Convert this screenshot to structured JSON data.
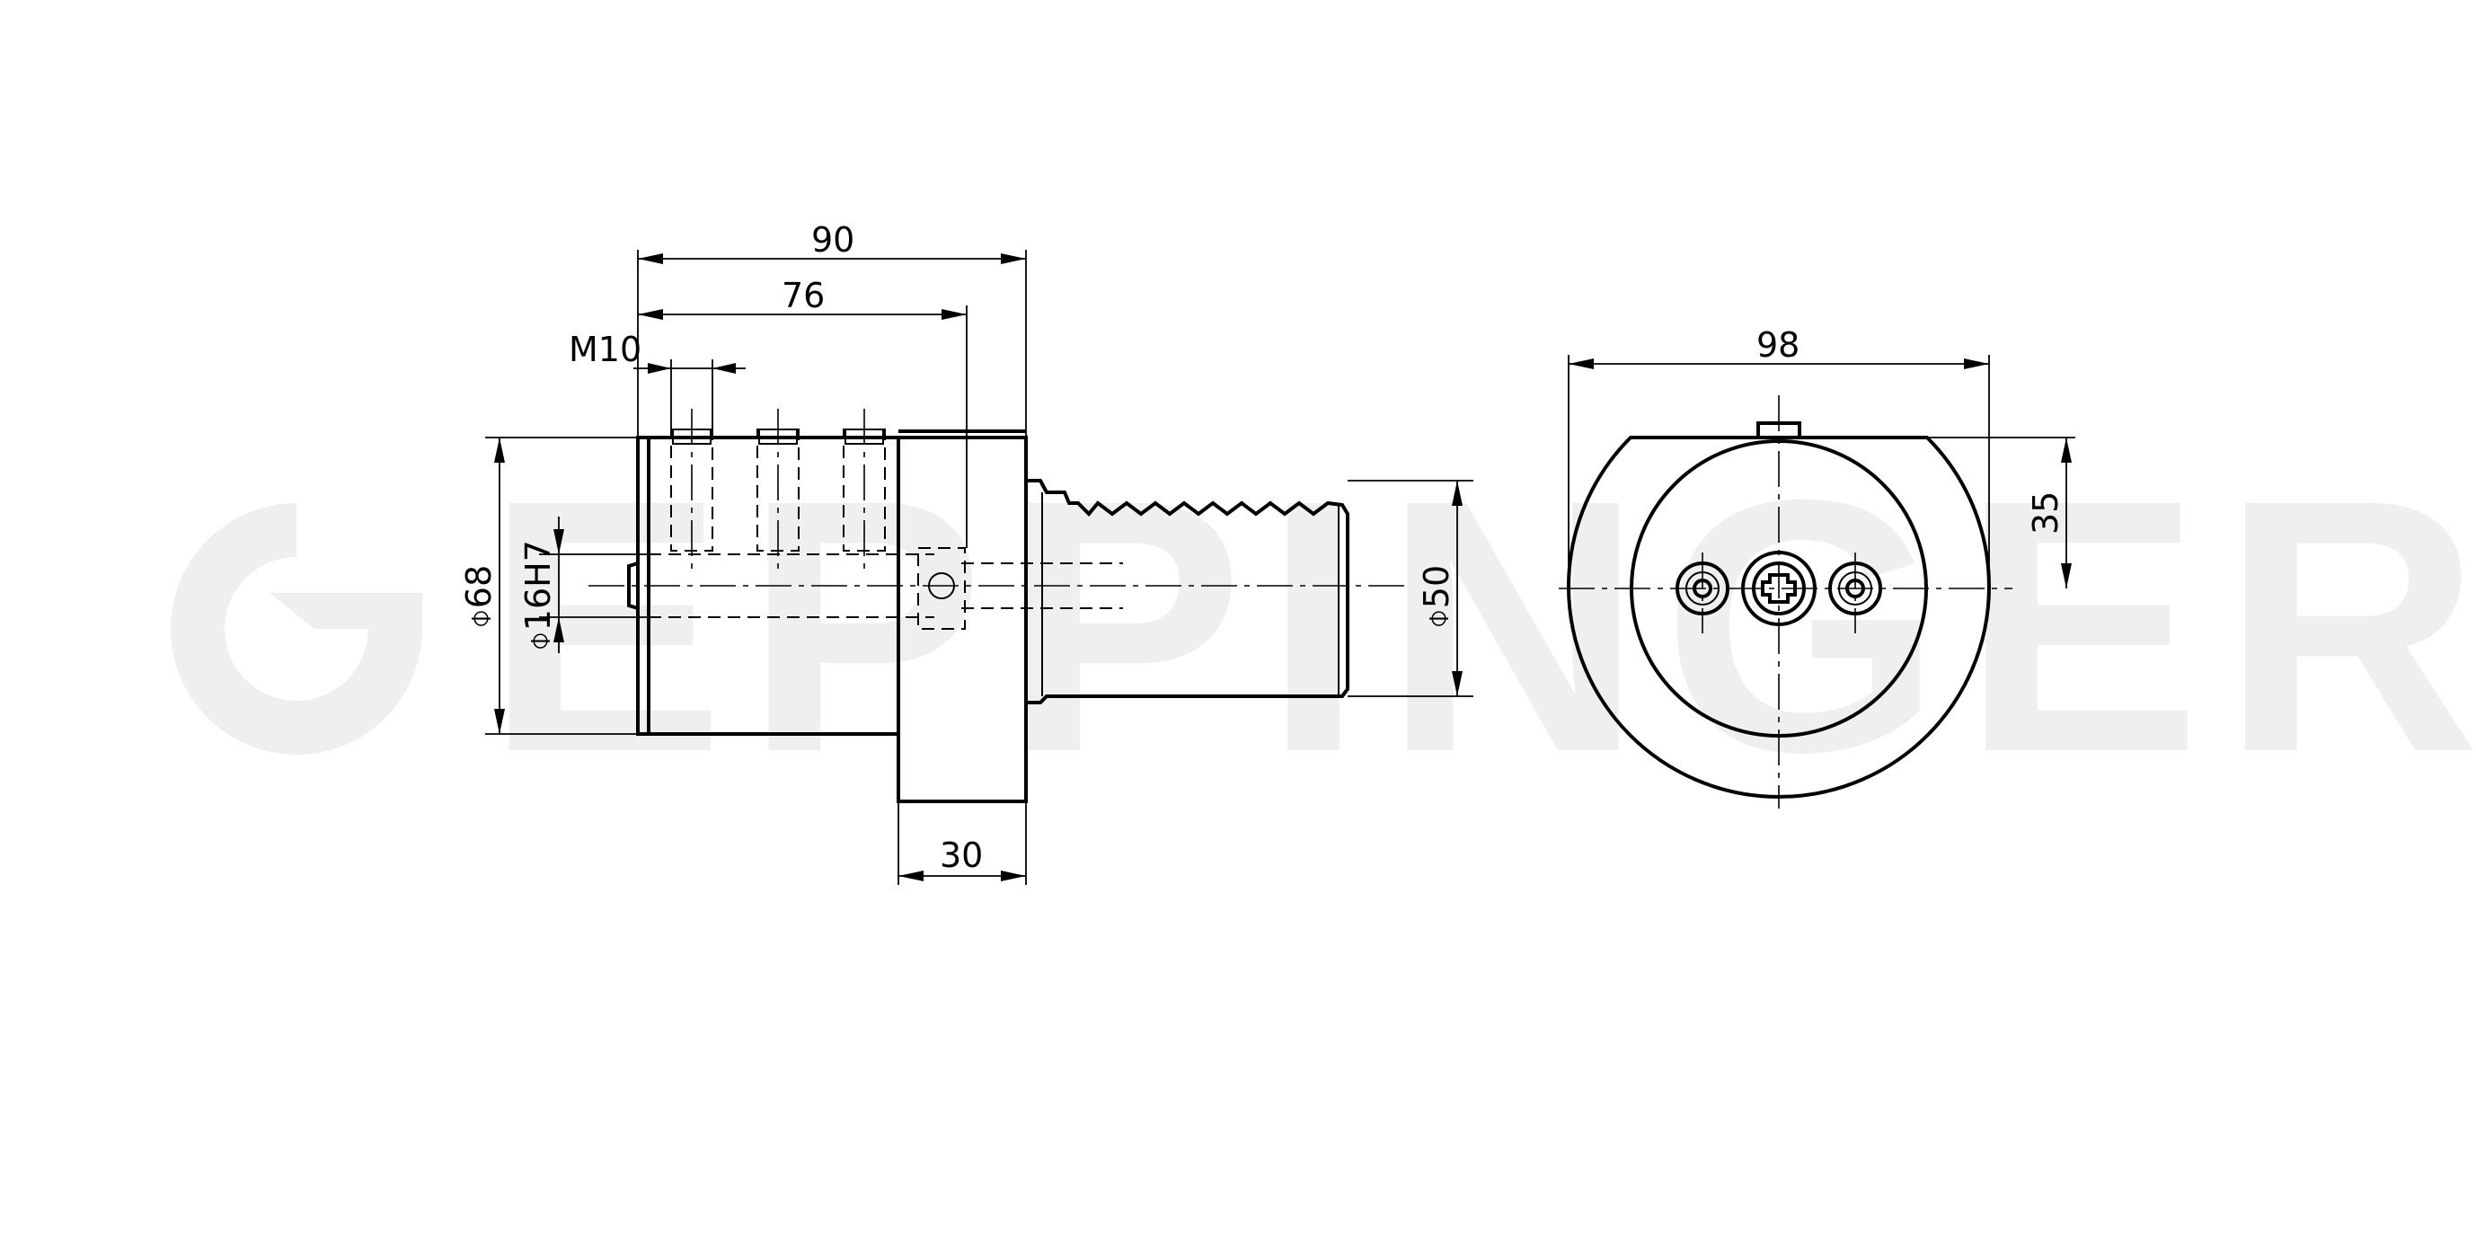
{
  "watermark": {
    "text": "EPPINGER"
  },
  "dimensions": {
    "overall_length": "90",
    "inner_length": "76",
    "thread": "M10",
    "body_diameter": "⌽68",
    "bore_diameter": "⌽16H7",
    "shank_diameter": "⌽50",
    "flange_width": "30",
    "front_width": "98",
    "front_height": "35"
  }
}
